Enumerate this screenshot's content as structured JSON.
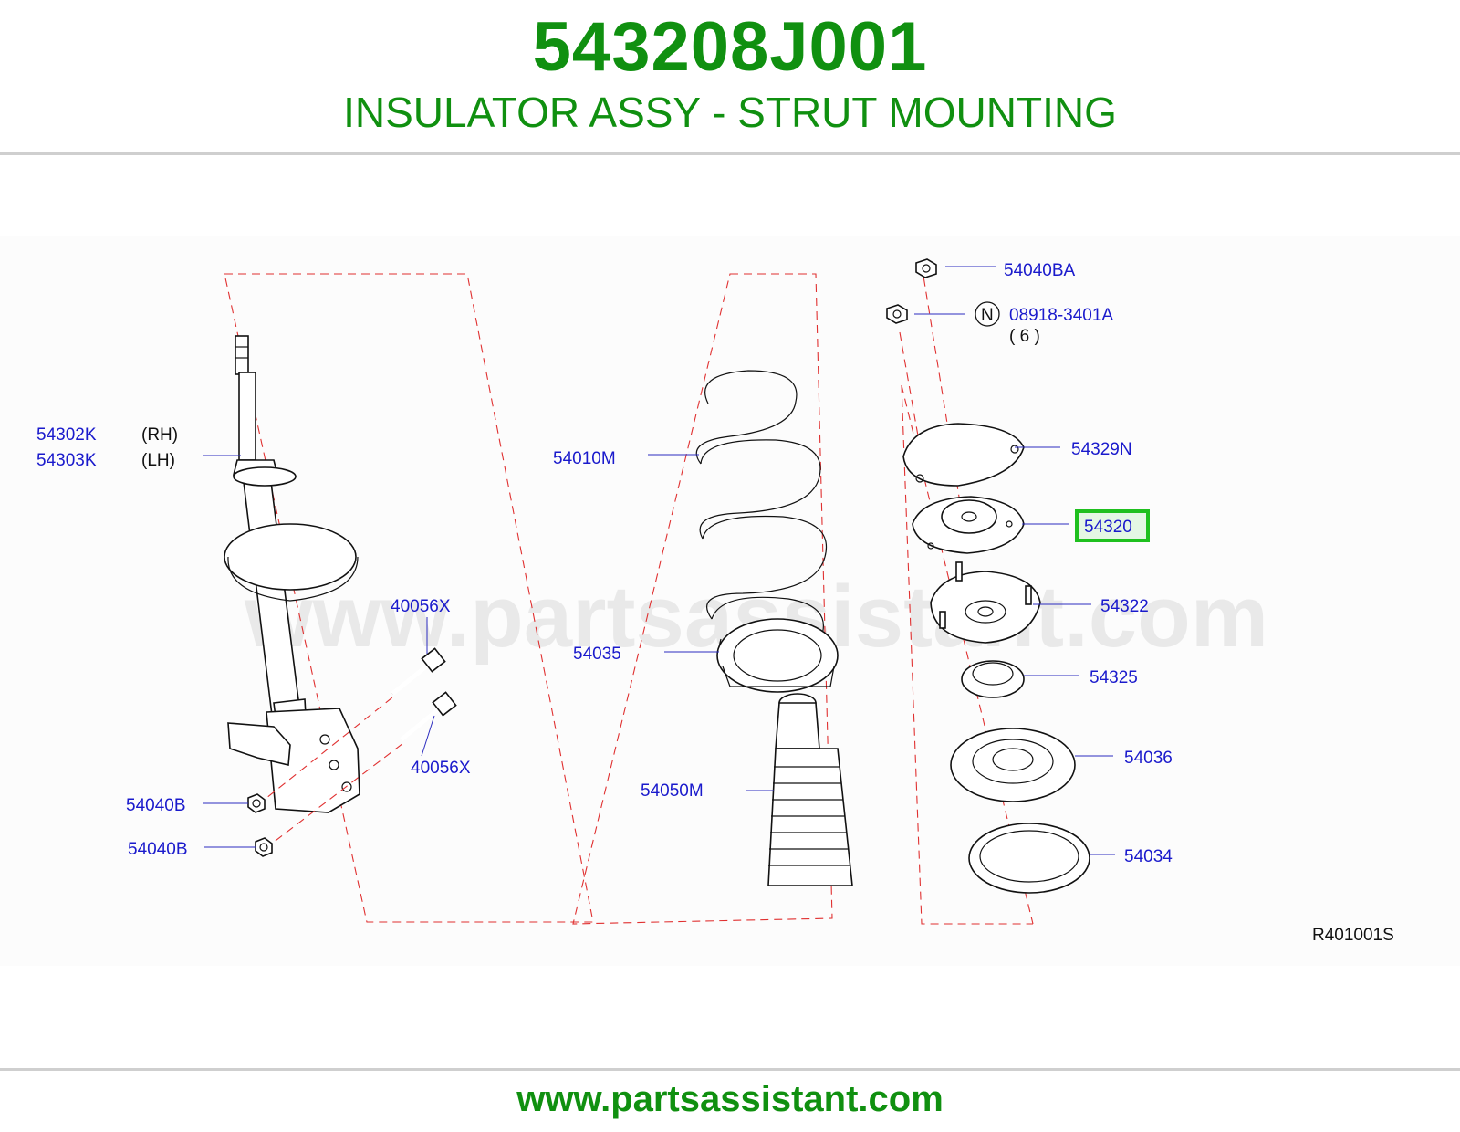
{
  "header": {
    "part_number": "543208J001",
    "part_title": "INSULATOR ASSY - STRUT MOUNTING"
  },
  "watermark": "www.partsassistant.com",
  "diagram": {
    "callouts": {
      "c_54302k": "54302K",
      "c_54302k_side": "(RH)",
      "c_54303k": "54303K",
      "c_54303k_side": "(LH)",
      "c_40056x_top": "40056X",
      "c_40056x_bottom": "40056X",
      "c_54040b_top": "54040B",
      "c_54040b_bottom": "54040B",
      "c_54010m": "54010M",
      "c_54035": "54035",
      "c_54050m": "54050M",
      "c_54040ba": "54040BA",
      "c_n_symbol": "N",
      "c_08918": "08918-3401A",
      "c_08918_qty": "( 6 )",
      "c_54329n": "54329N",
      "c_54320": "54320",
      "c_54322": "54322",
      "c_54325": "54325",
      "c_54036": "54036",
      "c_54034": "54034"
    },
    "reference_code": "R401001S",
    "highlight_color": "#1fc01f"
  },
  "footer": {
    "website": "www.partsassistant.com"
  },
  "colors": {
    "brand_green": "#109010",
    "callout_blue": "#1a1acc",
    "dash_red": "#e03030"
  }
}
